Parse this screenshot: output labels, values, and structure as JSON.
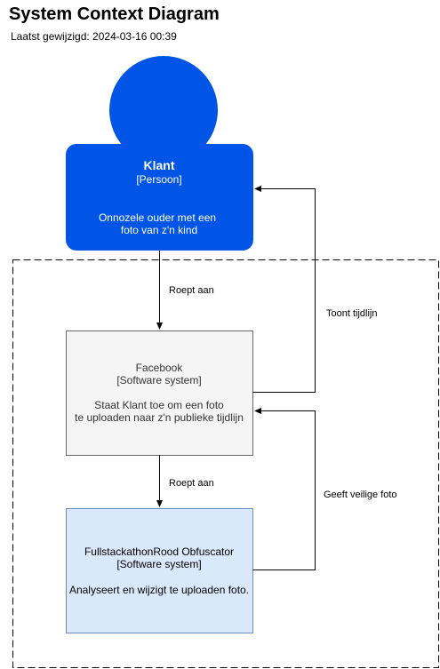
{
  "header": {
    "title": "System Context Diagram",
    "last_modified": "Laatst gewijzigd: 2024-03-16 00:39"
  },
  "person": {
    "name": "Klant",
    "type": "[Persoon]",
    "description_line1": "Onnozele ouder met een",
    "description_line2": "foto van z'n kind",
    "color": "#0055e6"
  },
  "system_facebook": {
    "name": "Facebook",
    "type": "[Software system]",
    "description_line1": "Staat Klant toe om een foto",
    "description_line2": "te uploaden naar z'n publieke tijdlijn",
    "fill_color": "#f5f5f5",
    "stroke_color": "#666666"
  },
  "system_obfuscator": {
    "name": "FullstackathonRood Obfuscator",
    "type": "[Software system]",
    "description": "Analyseert en wijzigt te uploaden foto.",
    "fill_color": "#dae8fc",
    "stroke_color": "#6c8ebf"
  },
  "relations": {
    "klant_to_facebook": "Roept aan",
    "facebook_to_obfuscator": "Roept aan",
    "facebook_to_klant": "Toont tijdlijn",
    "obfuscator_to_facebook": "Geeft veilige foto"
  }
}
